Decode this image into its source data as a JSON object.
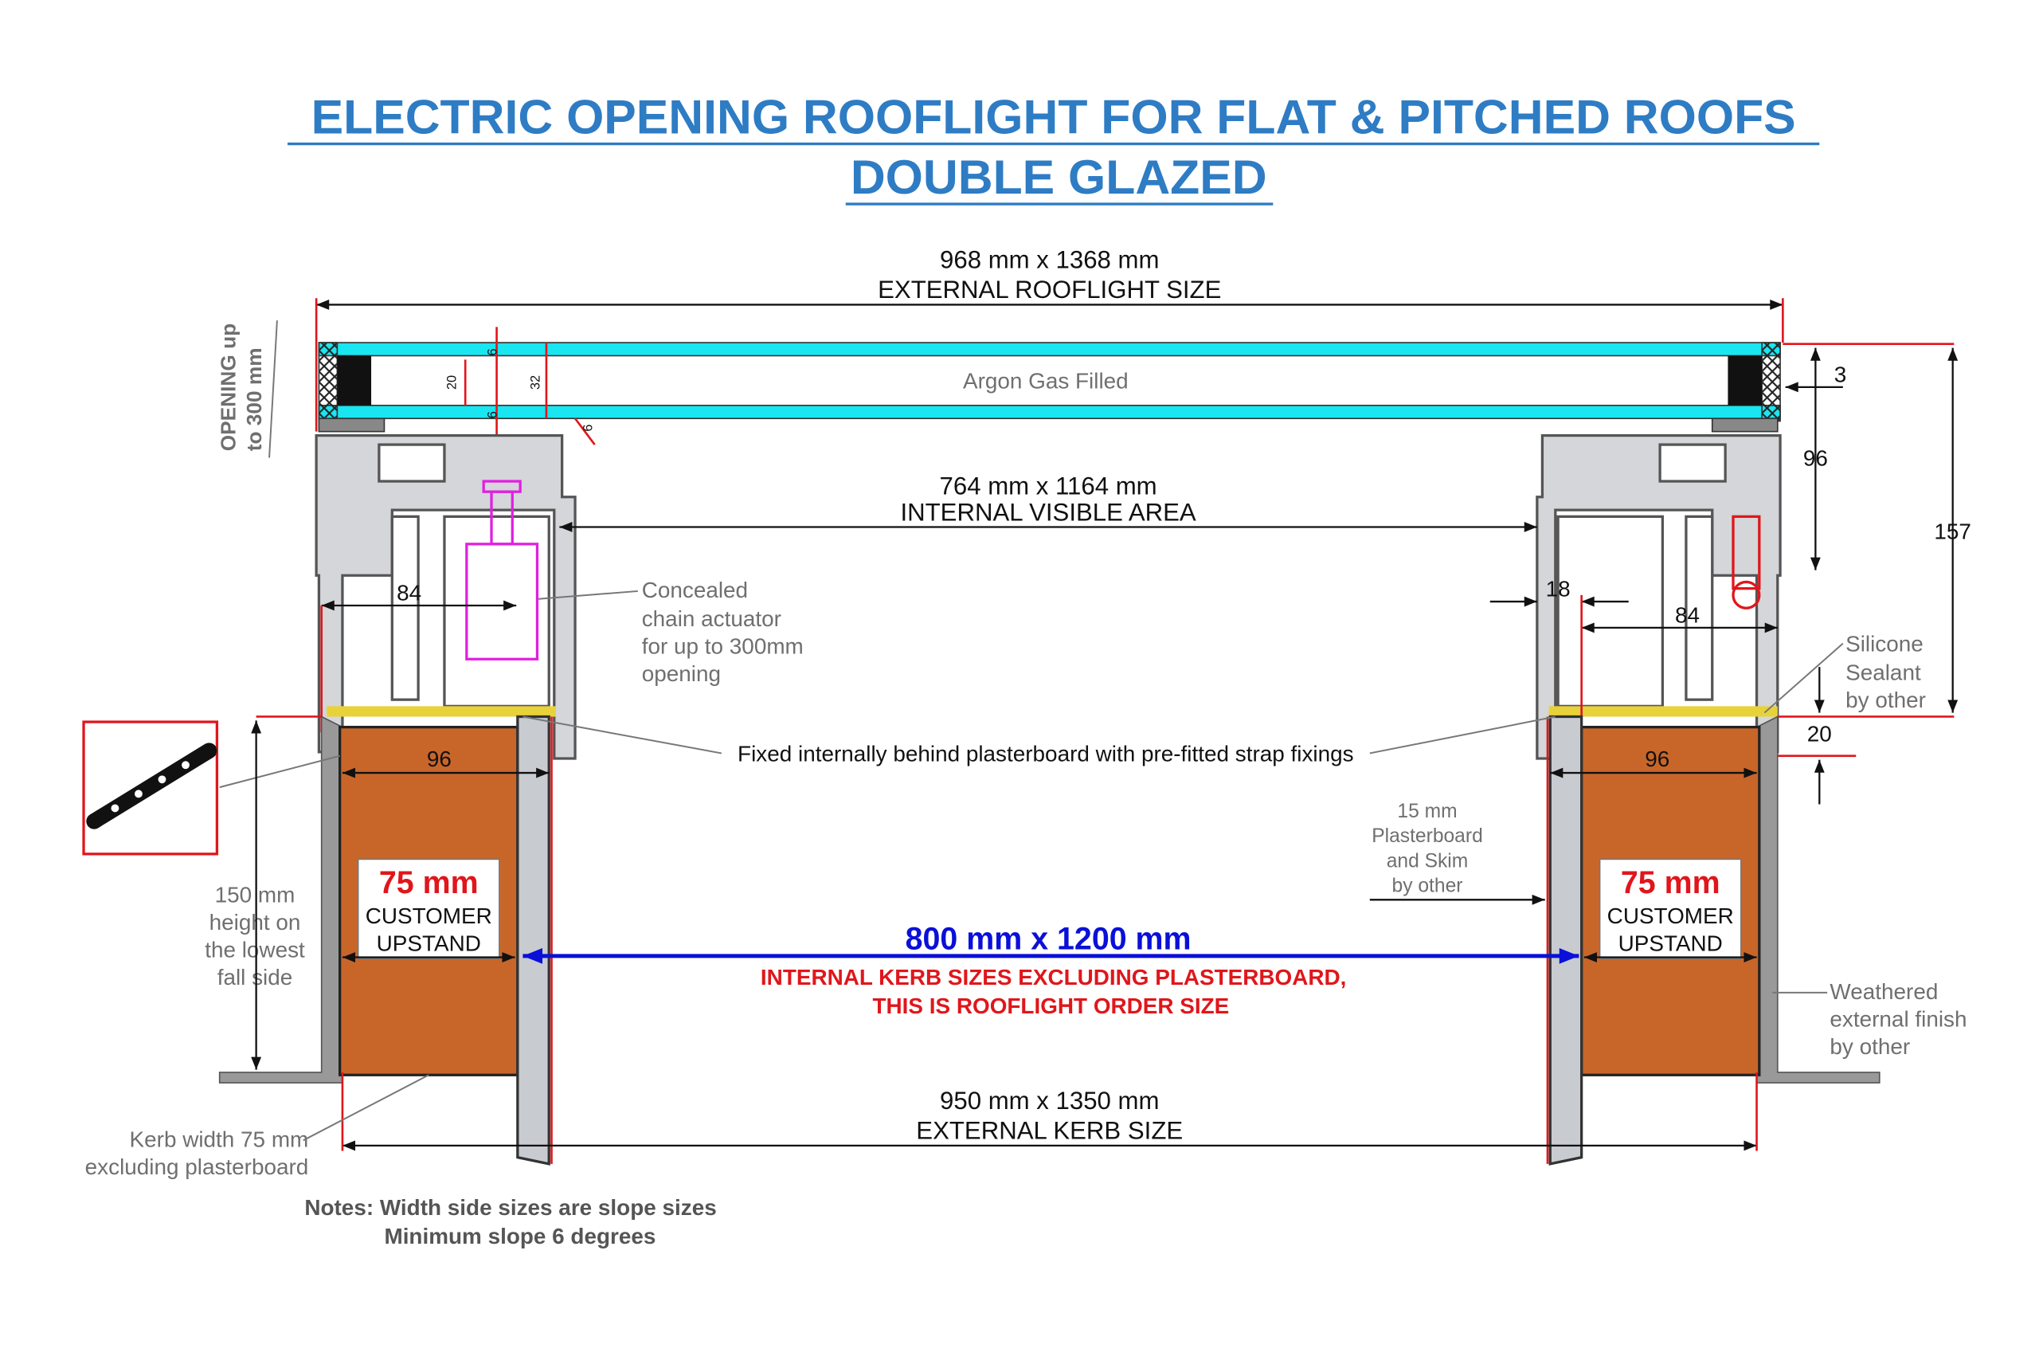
{
  "title": {
    "line1": "ELECTRIC OPENING ROOFLIGHT FOR FLAT & PITCHED ROOFS",
    "line2": "DOUBLE GLAZED"
  },
  "external_rooflight": {
    "size": "968 mm x 1368 mm",
    "label": "EXTERNAL ROOFLIGHT SIZE"
  },
  "opening": {
    "line1": "OPENING up",
    "line2": "to 300 mm"
  },
  "glazing": {
    "gas_label": "Argon Gas Filled",
    "dim_outer_pane": "6",
    "dim_cavity": "20",
    "dim_unit": "32",
    "dim_inner_pane": "6",
    "dim_lip": "6"
  },
  "internal_visible": {
    "size": "764 mm x 1164 mm",
    "label": "INTERNAL VISIBLE AREA"
  },
  "actuator": {
    "line1": "Concealed",
    "line2": "chain actuator",
    "line3": "for up to 300mm",
    "line4": "opening"
  },
  "dims": {
    "left_frame": "84",
    "right_frame": "84",
    "left_kerb": "96",
    "right_kerb": "96",
    "right_18": "18",
    "right_3": "3",
    "right_96": "96",
    "right_157": "157",
    "right_20": "20"
  },
  "silicone": {
    "line1": "Silicone",
    "line2": "Sealant",
    "line3": "by other"
  },
  "strap_fixing": "Fixed internally behind plasterboard with pre-fitted strap fixings",
  "plasterboard": {
    "line1": "15 mm",
    "line2": "Plasterboard",
    "line3": "and Skim",
    "line4": "by other"
  },
  "upstand_left": {
    "size": "75 mm",
    "line1": "CUSTOMER",
    "line2": "UPSTAND"
  },
  "upstand_right": {
    "size": "75 mm",
    "line1": "CUSTOMER",
    "line2": "UPSTAND"
  },
  "height_note": {
    "line1": "150 mm",
    "line2": "height on",
    "line3": "the lowest",
    "line4": "fall side"
  },
  "kerb_internal": {
    "size": "800 mm x 1200 mm",
    "line1": "INTERNAL KERB SIZES EXCLUDING PLASTERBOARD,",
    "line2": "THIS IS ROOFLIGHT ORDER SIZE"
  },
  "weathered": {
    "line1": "Weathered",
    "line2": "external finish",
    "line3": "by other"
  },
  "external_kerb": {
    "size": "950 mm x 1350 mm",
    "label": "EXTERNAL KERB SIZE"
  },
  "kerb_width": {
    "line1": "Kerb width 75 mm",
    "line2": "excluding plasterboard"
  },
  "notes": {
    "line1": "Notes: Width side sizes are slope sizes",
    "line2": "Minimum slope 6 degrees"
  },
  "colors": {
    "title": "#2e7cc4",
    "glass": "#19e6f0",
    "timber": "#c8662a",
    "accent_red": "#e0161b",
    "accent_blue": "#0a10d8",
    "actuator": "#e020e0"
  }
}
